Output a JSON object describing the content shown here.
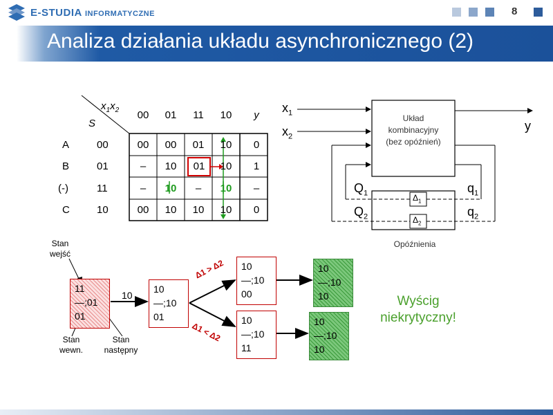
{
  "header": {
    "logo_main": "E-STUDIA",
    "logo_sub": "INFORMATYCZNE",
    "page_number": "8",
    "title": "Analiza działania układu asynchronicznego (2)"
  },
  "table": {
    "corner_top": "x",
    "corner_top_sub1": "1",
    "corner_top_x2": "x",
    "corner_top_sub2": "2",
    "corner_left": "S",
    "col_headers": [
      "00",
      "01",
      "11",
      "10"
    ],
    "y_header": "y",
    "rows": [
      {
        "name": "A",
        "code": "00",
        "cells": [
          "00",
          "00",
          "01",
          "10"
        ],
        "y": "0"
      },
      {
        "name": "B",
        "code": "01",
        "cells": [
          "–",
          "10",
          "01",
          "10"
        ],
        "y": "1"
      },
      {
        "name": "(-)",
        "code": "11",
        "cells": [
          "–",
          "10",
          "–",
          "10"
        ],
        "y": "–"
      },
      {
        "name": "C",
        "code": "10",
        "cells": [
          "00",
          "10",
          "10",
          "10"
        ],
        "y": "0"
      }
    ]
  },
  "circuit": {
    "x1": "x",
    "x1_sub": "1",
    "x2": "x",
    "x2_sub": "2",
    "block_line1": "Układ",
    "block_line2": "kombinacyjny",
    "block_line3": "(bez opóźnień)",
    "output_y": "y",
    "Q1": "Q",
    "Q1_sub": "1",
    "Q2": "Q",
    "Q2_sub": "2",
    "q1": "q",
    "q1_sub": "1",
    "q2": "q",
    "q2_sub": "2",
    "delta1": "Δ",
    "delta1_sub": "1",
    "delta2": "Δ",
    "delta2_sub": "2",
    "delays_label": "Opóźnienia"
  },
  "flow": {
    "label_input_state_1": "Stan",
    "label_input_state_2": "wejść",
    "label_internal_1": "Stan",
    "label_internal_2": "wewn.",
    "label_next_1": "Stan",
    "label_next_2": "następny",
    "start_box": [
      "11",
      "—;01",
      "01"
    ],
    "transition_input": "10",
    "middle_box": [
      "10",
      "—;10",
      "01"
    ],
    "branch_top_label": "Δ1 > Δ2",
    "branch_bottom_label": "Δ1 < Δ2",
    "top_box": [
      "10",
      "—;10",
      "00"
    ],
    "bottom_box": [
      "10",
      "—;10",
      "11"
    ],
    "top_final_box": [
      "10",
      "—;10",
      "10"
    ],
    "bottom_final_box": [
      "10",
      "—;10",
      "10"
    ],
    "conclusion_line1": "Wyścig",
    "conclusion_line2": "niekrytyczny!"
  },
  "colors": {
    "accent_blue": "#1b519a",
    "highlight_red": "#c00000",
    "arrow_green": "#1f9b1f",
    "conclusion_green": "#4aa02c"
  }
}
